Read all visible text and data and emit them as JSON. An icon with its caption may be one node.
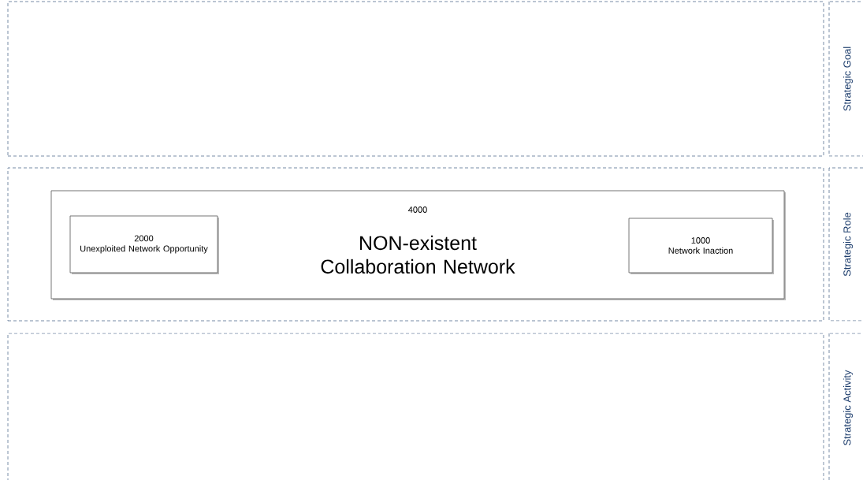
{
  "diagram": {
    "nodes": [
      {
        "text": [],
        "shape": "box"
      },
      {
        "text": [
          "Strategic Goal"
        ]
      },
      {
        "text": [],
        "shape": "box"
      },
      {
        "text": [
          "4000",
          "NON-existent Collaboration Network"
        ],
        "in": 2
      },
      {
        "text": [
          "2000",
          "Unexploited Network Opportunity"
        ],
        "in": 3
      },
      {
        "text": [
          "1000",
          "Network Inaction"
        ],
        "in": 3
      },
      {
        "text": [
          "Strategic Role"
        ]
      },
      {
        "text": [],
        "shape": "box"
      },
      {
        "text": [
          "Strategic  Activity"
        ]
      }
    ]
  }
}
